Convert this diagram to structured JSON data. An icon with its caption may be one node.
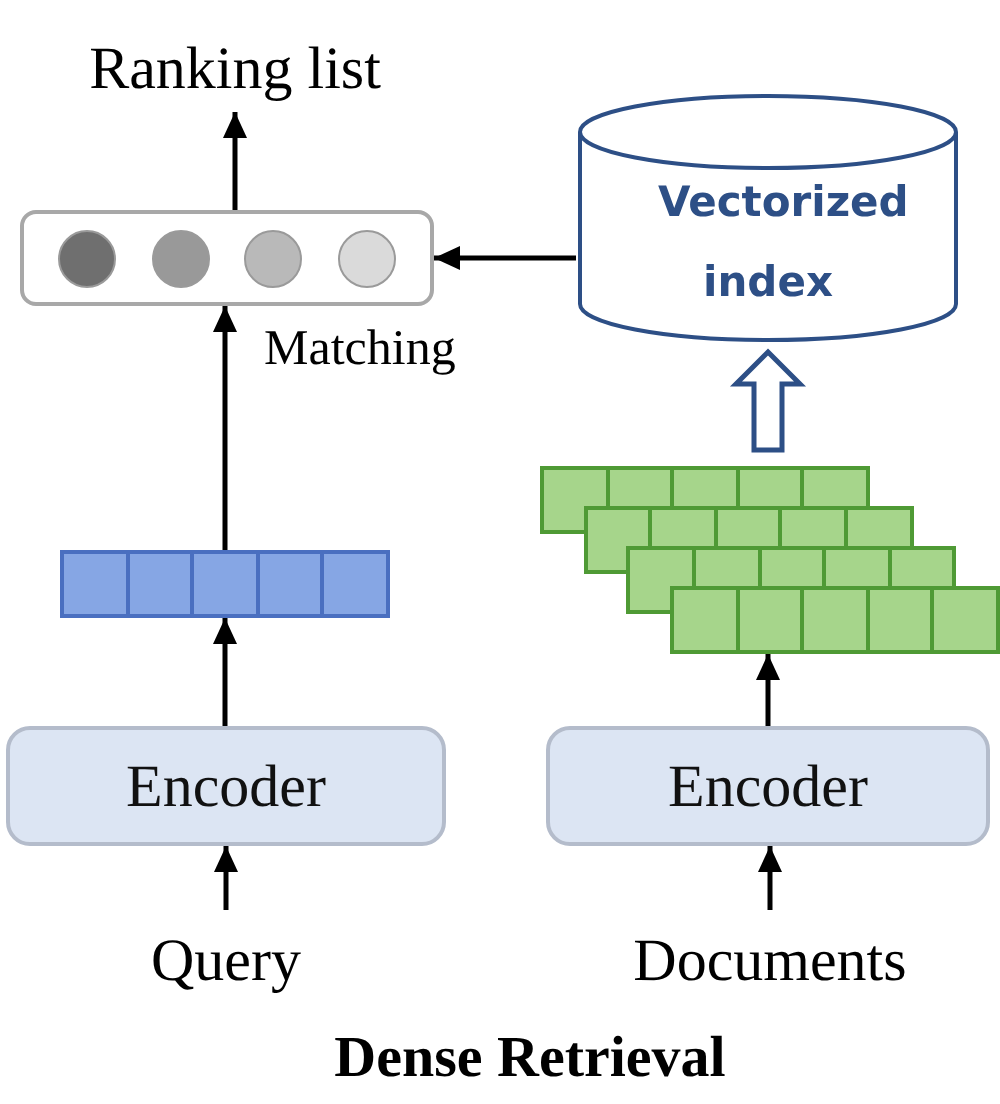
{
  "diagram": {
    "caption": "Dense Retrieval",
    "nodes": [
      {
        "text": [
          "Ranking list"
        ]
      },
      {
        "text": [],
        "shape": "box",
        "beside": [
          "Matching"
        ]
      },
      {
        "text": [
          "Vectorized index"
        ]
      },
      {
        "text": [],
        "shape": "bar"
      },
      {
        "text": [],
        "shape": "bar"
      },
      {
        "text": [
          "Encoder"
        ]
      },
      {
        "text": [
          "Encoder"
        ]
      },
      {
        "text": [
          "Query"
        ]
      },
      {
        "text": [
          "Documents"
        ]
      }
    ],
    "edges": [
      {
        "from": 1,
        "to": 0,
        "arrow": "to"
      },
      {
        "from": 2,
        "to": 1,
        "arrow": "to"
      },
      {
        "from": 3,
        "to": 1,
        "arrow": "to"
      },
      {
        "from": 4,
        "to": 2,
        "arrow": "to",
        "style": "thick"
      },
      {
        "from": 5,
        "to": 3,
        "arrow": "to"
      },
      {
        "from": 6,
        "to": 4,
        "arrow": "to"
      },
      {
        "from": 7,
        "to": 5,
        "arrow": "to"
      },
      {
        "from": 8,
        "to": 6,
        "arrow": "to"
      }
    ]
  }
}
